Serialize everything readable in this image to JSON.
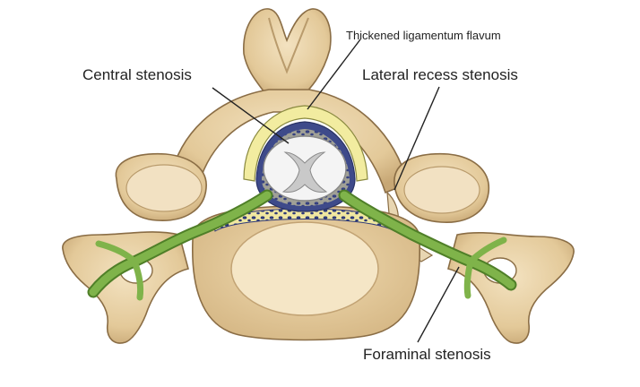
{
  "labels": {
    "thickened_ligamentum_flavum": "Thickened ligamentum flavum",
    "central_stenosis": "Central stenosis",
    "lateral_recess_stenosis": "Lateral recess stenosis",
    "foraminal_stenosis": "Foraminal stenosis"
  },
  "colors": {
    "bone": "#e6cfa6",
    "bone_shadow": "#b99b6c",
    "bone_outline": "#8a6d45",
    "nerve": "#7fb34a",
    "nerve_dark": "#4f7f28",
    "ligament": "#f2eca0",
    "dura_fat": "#3e4a8a",
    "spinal_cord": "#f4f4f4",
    "gray_matter": "#c9c9c9",
    "leader_line": "#222222"
  }
}
